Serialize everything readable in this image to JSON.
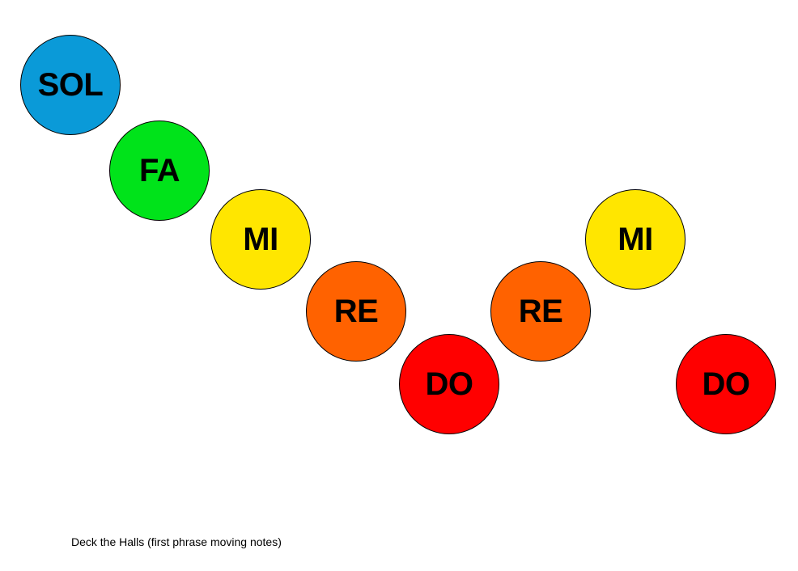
{
  "notes": [
    {
      "label": "SOL",
      "color": "#0a9ad8"
    },
    {
      "label": "FA",
      "color": "#00e31a"
    },
    {
      "label": "MI",
      "color": "#ffe600"
    },
    {
      "label": "RE",
      "color": "#ff6200"
    },
    {
      "label": "DO",
      "color": "#ff0000"
    },
    {
      "label": "RE",
      "color": "#ff6200"
    },
    {
      "label": "MI",
      "color": "#ffe600"
    },
    {
      "label": "DO",
      "color": "#ff0000"
    }
  ],
  "caption": "Deck the Halls (first phrase moving notes)"
}
